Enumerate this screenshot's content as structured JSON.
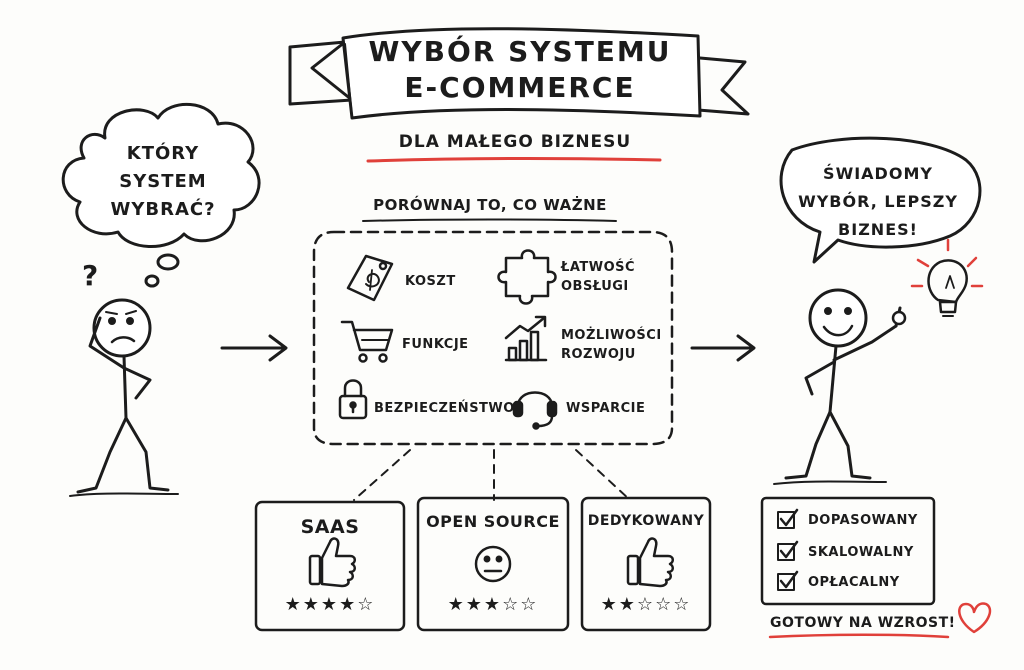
{
  "title": {
    "line1": "WYBÓR SYSTEMU",
    "line2": "E-COMMERCE"
  },
  "subtitle": "DLA MAŁEGO BIZNESU",
  "left_thought": "KTÓRY SYSTEM WYBRAĆ?",
  "left_question_mark": "?",
  "compare_heading": "PORÓWNAJ TO, CO WAŻNE",
  "criteria": [
    {
      "label": "KOSZT",
      "icon": "price-tag-icon"
    },
    {
      "label": "ŁATWOŚĆ OBSŁUGI",
      "icon": "puzzle-icon"
    },
    {
      "label": "FUNKCJE",
      "icon": "cart-icon"
    },
    {
      "label": "MOŻLIWOŚCI ROZWOJU",
      "icon": "growth-chart-icon"
    },
    {
      "label": "BEZPIECZEŃSTWO",
      "icon": "padlock-icon"
    },
    {
      "label": "WSPARCIE",
      "icon": "headset-icon"
    }
  ],
  "options": [
    {
      "name": "SAAS",
      "icon": "thumbs-up-icon",
      "rating": 4,
      "stars": "★★★★☆"
    },
    {
      "name": "OPEN SOURCE",
      "icon": "neutral-face-icon",
      "rating": 3,
      "stars": "★★★☆☆"
    },
    {
      "name": "DEDYKOWANY",
      "icon": "thumbs-up-icon",
      "rating": 2,
      "stars": "★★☆☆☆"
    }
  ],
  "right_speech": "ŚWIADOMY WYBÓR, LEPSZY BIZNES!",
  "checklist": [
    "DOPASOWANY",
    "SKALOWALNY",
    "OPŁACALNY"
  ],
  "footer": "GOTOWY NA WZROST!",
  "colors": {
    "ink": "#1c1c1c",
    "accent": "#e0403a",
    "paper": "#fdfdfb"
  }
}
